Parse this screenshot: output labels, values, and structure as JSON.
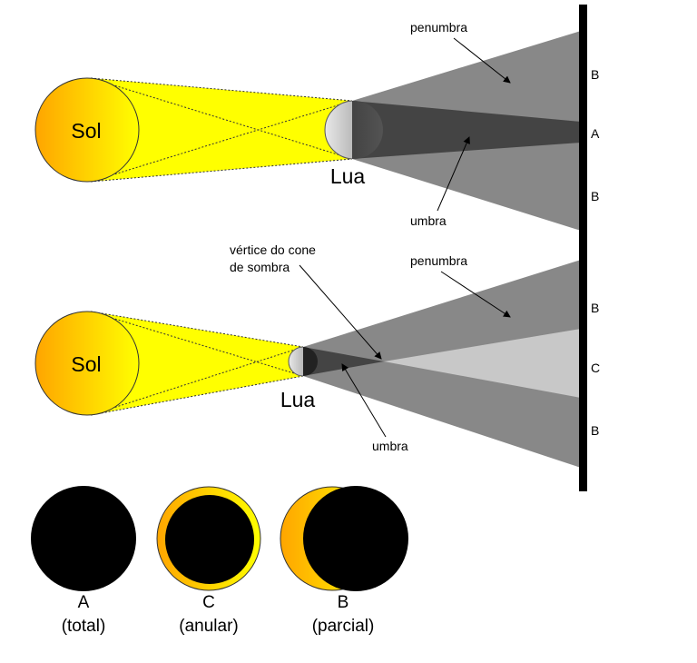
{
  "top": {
    "sun_label": "Sol",
    "moon_label": "Lua",
    "penumbra_label": "penumbra",
    "umbra_label": "umbra",
    "screen_labels": [
      "B",
      "A",
      "B"
    ]
  },
  "bottom": {
    "sun_label": "Sol",
    "moon_label": "Lua",
    "vertex_label_line1": "vértice do cone",
    "vertex_label_line2": "de sombra",
    "penumbra_label": "penumbra",
    "umbra_label": "umbra",
    "screen_labels": [
      "B",
      "C",
      "B"
    ]
  },
  "eclipse_types": [
    {
      "letter": "A",
      "name": "(total)"
    },
    {
      "letter": "C",
      "name": "(anular)"
    },
    {
      "letter": "B",
      "name": "(parcial)"
    }
  ],
  "colors": {
    "sun_light": "#ffff00",
    "sun_orange": "#ffa500",
    "penumbra": "#888888",
    "umbra": "#444444",
    "antumbra": "#c8c8c8"
  }
}
